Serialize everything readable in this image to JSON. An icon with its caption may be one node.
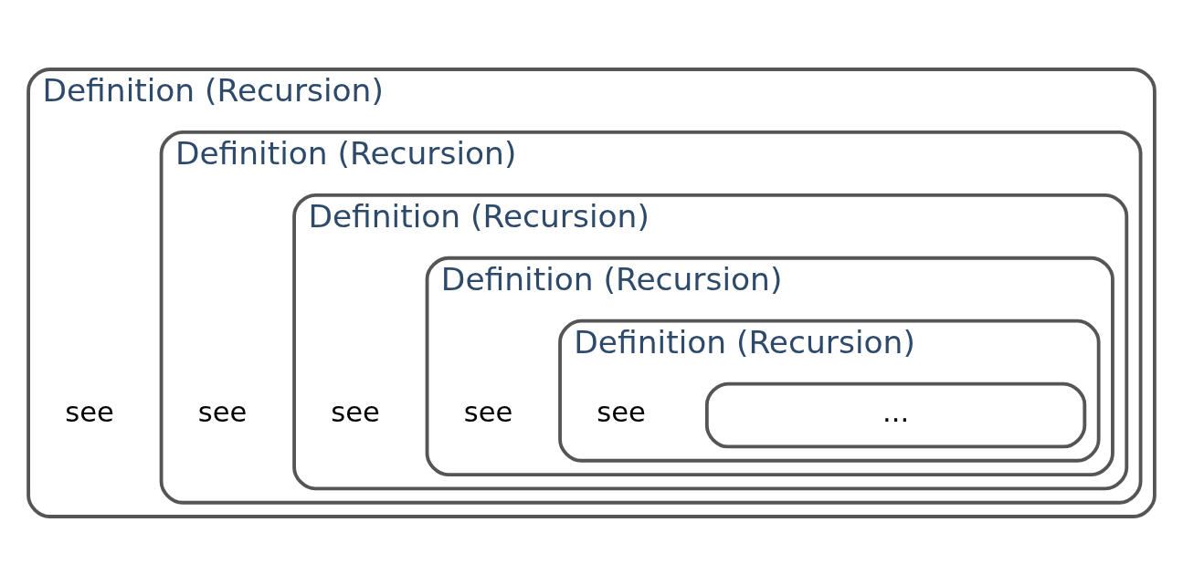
{
  "diagram": {
    "nodes": [
      {
        "text": [
          "Definition (Recursion)",
          "see"
        ]
      },
      {
        "text": [
          "Definition (Recursion)",
          "see"
        ],
        "in": 0
      },
      {
        "text": [
          "Definition (Recursion)",
          "see"
        ],
        "in": 1
      },
      {
        "text": [
          "Definition (Recursion)",
          "see"
        ],
        "in": 2
      },
      {
        "text": [
          "Definition (Recursion)",
          "see"
        ],
        "in": 3
      },
      {
        "text": [
          "..."
        ],
        "in": 4
      }
    ],
    "edges": []
  }
}
